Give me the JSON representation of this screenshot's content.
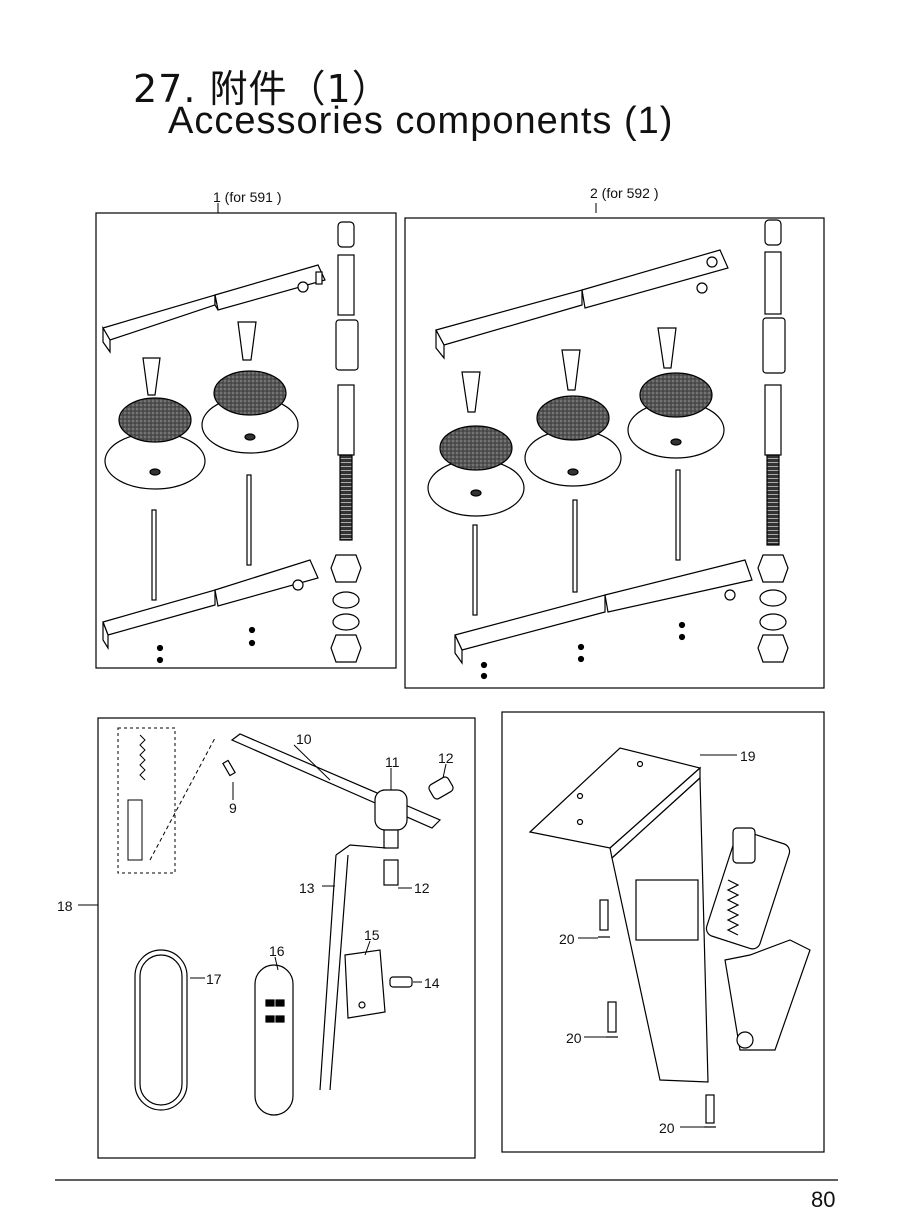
{
  "title": {
    "number_cn": "27. 附件（1）",
    "english": "Accessories components (1)"
  },
  "panels": {
    "p591": {
      "label": "1 (for  591  )"
    },
    "p592": {
      "label": "2 (for  592  )"
    }
  },
  "callouts": [
    "9",
    "10",
    "11",
    "12",
    "12",
    "13",
    "14",
    "15",
    "16",
    "17",
    "18",
    "19",
    "20",
    "20",
    "20"
  ],
  "page_number": "80"
}
